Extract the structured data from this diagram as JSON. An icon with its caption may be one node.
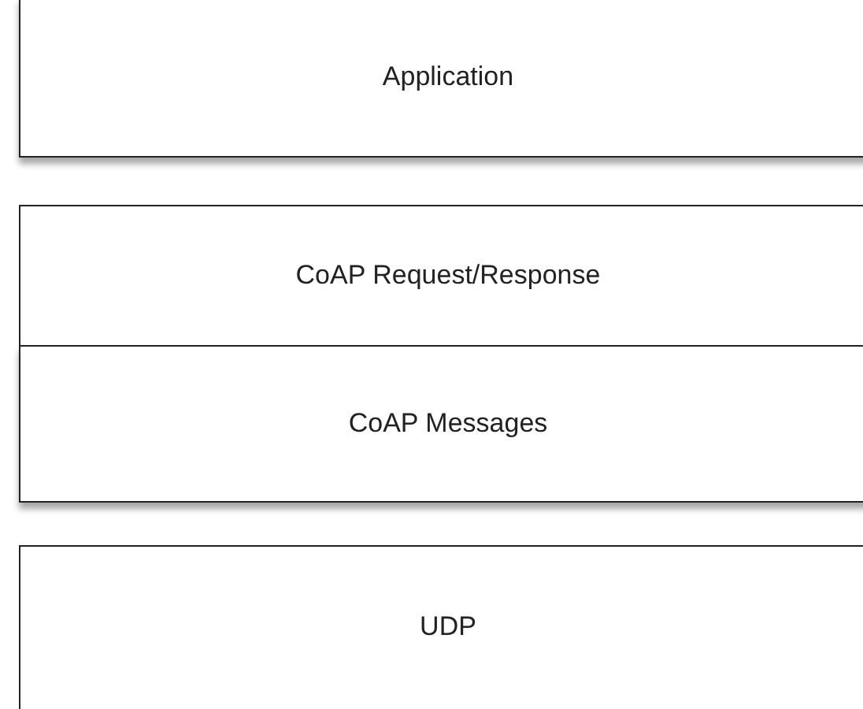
{
  "diagram": {
    "nodes": [
      {
        "text": [
          "Application"
        ]
      },
      {
        "text": [
          "CoAP Request/Response"
        ]
      },
      {
        "text": [
          "CoAP Messages"
        ]
      },
      {
        "text": [
          "UDP"
        ]
      }
    ]
  }
}
